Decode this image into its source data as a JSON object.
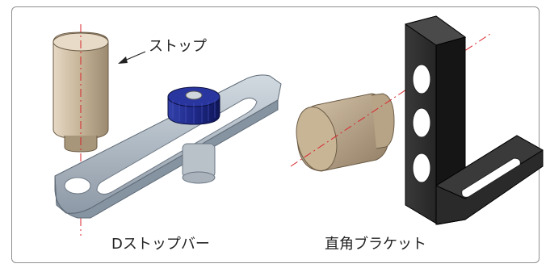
{
  "labels": {
    "stop": "ストップ",
    "left_caption": "Dストップバー",
    "right_caption": "直角ブラケット"
  },
  "colors": {
    "stop_metal": "#c9b79c",
    "bar_steel": "#aeb8c2",
    "knob_blue": "#1f2a8a",
    "bracket_black": "#222222",
    "axis_red": "#d9262c"
  }
}
